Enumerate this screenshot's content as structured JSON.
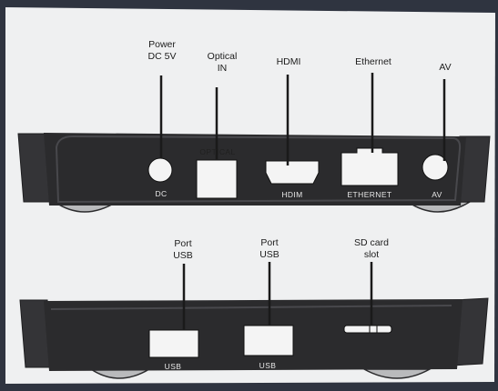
{
  "callouts": {
    "power": [
      "Power",
      "DC 5V"
    ],
    "optical": [
      "Optical",
      "IN"
    ],
    "hdmi": [
      "HDMI"
    ],
    "ethernet": [
      "Ethernet"
    ],
    "av": [
      "AV"
    ],
    "usb_port_1": [
      "Port",
      "USB"
    ],
    "usb_port_2": [
      "Port",
      "USB"
    ],
    "sd_card": [
      "SD card",
      "slot"
    ]
  },
  "port_labels": {
    "dc": "DC",
    "optical": "OPTICAL",
    "hdmi": "HDIM",
    "ethernet": "ETHERNET",
    "av": "AV",
    "usb_1": "USB",
    "usb_2": "USB"
  },
  "colors": {
    "paper": "#eff0f1",
    "device_body": "#2b2b2d",
    "device_edge": "#3c3c3f",
    "port_fill": "#f4f4f4",
    "leader_line": "#1a1a1a"
  }
}
